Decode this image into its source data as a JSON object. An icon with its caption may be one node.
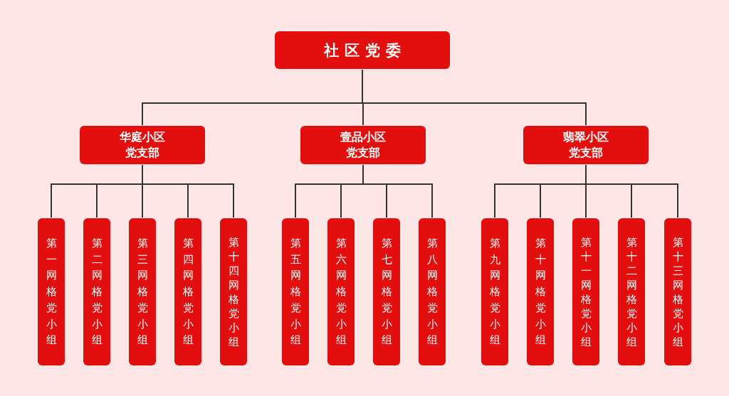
{
  "diagram": {
    "nodes": [
      {
        "text": [
          "社区党委"
        ]
      },
      {
        "text": [
          "华庭小区党支部"
        ]
      },
      {
        "text": [
          "壹品小区党支部"
        ]
      },
      {
        "text": [
          "翡翠小区党支部"
        ]
      },
      {
        "text": [
          "第一网格党小组"
        ]
      },
      {
        "text": [
          "第二网格党小组"
        ]
      },
      {
        "text": [
          "第三网格党小组"
        ]
      },
      {
        "text": [
          "第四网格党小组"
        ]
      },
      {
        "text": [
          "第十四网格党小组"
        ]
      },
      {
        "text": [
          "第五网格党小组"
        ]
      },
      {
        "text": [
          "第六网格党小组"
        ]
      },
      {
        "text": [
          "第七网格党小组"
        ]
      },
      {
        "text": [
          "第八网格党小组"
        ]
      },
      {
        "text": [
          "第九网格党小组"
        ]
      },
      {
        "text": [
          "第十网格党小组"
        ]
      },
      {
        "text": [
          "第十一网格党小组"
        ]
      },
      {
        "text": [
          "第十二网格党小组"
        ]
      },
      {
        "text": [
          "第十三网格党小组"
        ]
      }
    ],
    "edges": [
      {
        "from": 0,
        "to": 1,
        "arrow": "none"
      },
      {
        "from": 0,
        "to": 2,
        "arrow": "none"
      },
      {
        "from": 0,
        "to": 3,
        "arrow": "none"
      },
      {
        "from": 1,
        "to": 4,
        "arrow": "none"
      },
      {
        "from": 1,
        "to": 5,
        "arrow": "none"
      },
      {
        "from": 1,
        "to": 6,
        "arrow": "none"
      },
      {
        "from": 1,
        "to": 7,
        "arrow": "none"
      },
      {
        "from": 1,
        "to": 8,
        "arrow": "none"
      },
      {
        "from": 2,
        "to": 9,
        "arrow": "none"
      },
      {
        "from": 2,
        "to": 10,
        "arrow": "none"
      },
      {
        "from": 2,
        "to": 11,
        "arrow": "none"
      },
      {
        "from": 2,
        "to": 12,
        "arrow": "none"
      },
      {
        "from": 3,
        "to": 13,
        "arrow": "none"
      },
      {
        "from": 3,
        "to": 14,
        "arrow": "none"
      },
      {
        "from": 3,
        "to": 15,
        "arrow": "none"
      },
      {
        "from": 3,
        "to": 16,
        "arrow": "none"
      },
      {
        "from": 3,
        "to": 17,
        "arrow": "none"
      }
    ]
  }
}
